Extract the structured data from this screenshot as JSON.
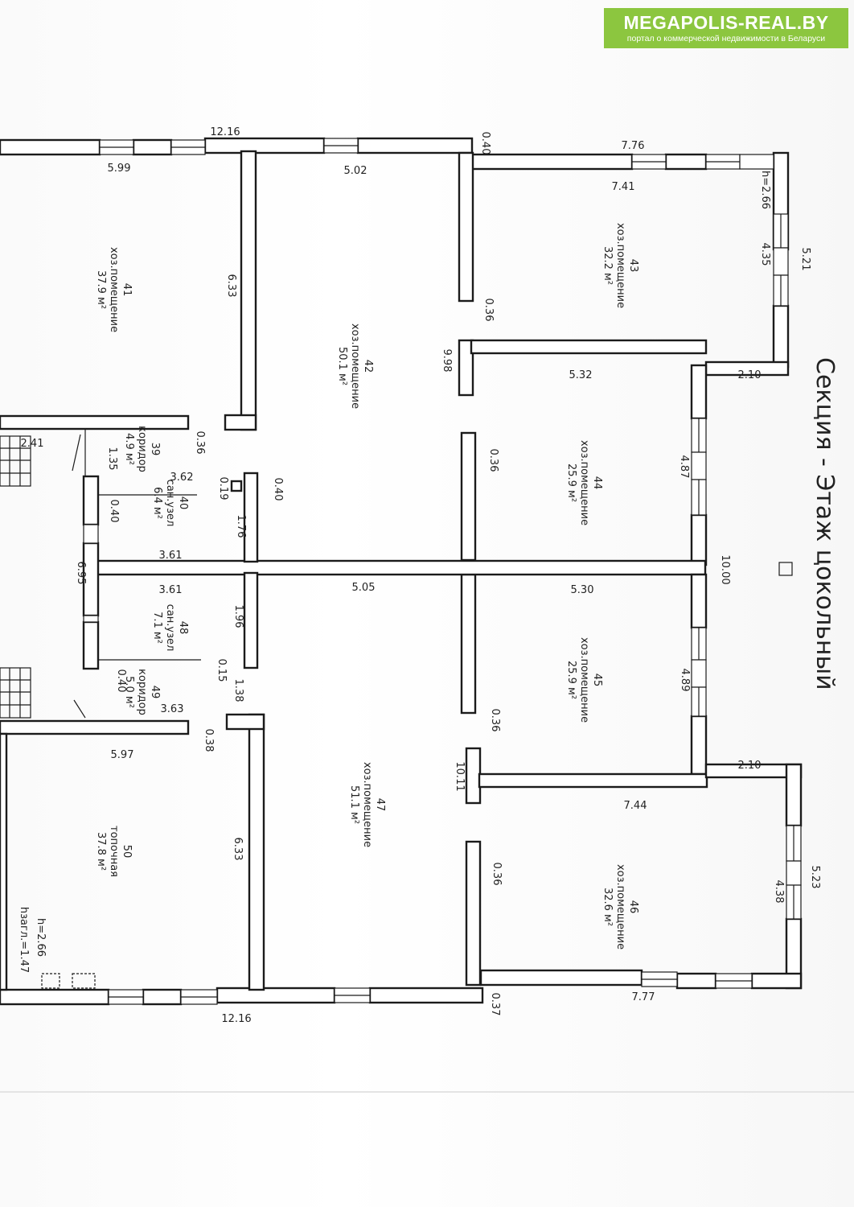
{
  "banner": {
    "title": "MEGAPOLIS-REAL.BY",
    "subtitle": "портал о коммерческой недвижимости в Беларуси"
  },
  "plan": {
    "section_title": "Секция -  Этаж цокольный",
    "rooms": [
      {
        "number": "41",
        "name": "хоз.помещение",
        "area": "37.9 м²"
      },
      {
        "number": "42",
        "name": "хоз.помещение",
        "area": "50.1 м²"
      },
      {
        "number": "43",
        "name": "хоз.помещение",
        "area": "32.2 м²"
      },
      {
        "number": "44",
        "name": "хоз.помещение",
        "area": "25.9 м²"
      },
      {
        "number": "45",
        "name": "хоз.помещение",
        "area": "25.9 м²"
      },
      {
        "number": "46",
        "name": "хоз.помещение",
        "area": "32.6 м²"
      },
      {
        "number": "47",
        "name": "хоз.помещение",
        "area": "51.1 м²"
      },
      {
        "number": "50",
        "name": "топочная",
        "area": "37.8 м²"
      },
      {
        "number": "39",
        "name": "коридор",
        "area": "4.9 м²"
      },
      {
        "number": "40",
        "name": "сан.узел",
        "area": "6.4 м²"
      },
      {
        "number": "48",
        "name": "сан.узел",
        "area": "7.1 м²"
      },
      {
        "number": "49",
        "name": "коридор",
        "area": "5.0 м²"
      }
    ],
    "dimensions": [
      "12.16",
      "0.40",
      "7.76",
      "5.99",
      "5.02",
      "7.41",
      "h=2.66",
      "4.35",
      "5.21",
      "6.33",
      "0.36",
      "9.98",
      "2.10",
      "5.32",
      "0.36",
      "2.41",
      "1.35",
      "0.36",
      "4.87",
      "3.62",
      "0.19",
      "0.40",
      "0.40",
      "1.76",
      "6.95",
      "3.61",
      "10.00",
      "3.61",
      "5.05",
      "5.30",
      "1.96",
      "0.15",
      "1.38",
      "0.40",
      "3.63",
      "0.38",
      "4.89",
      "0.36",
      "5.97",
      "10.11",
      "2.10",
      "7.44",
      "6.33",
      "0.36",
      "4.38",
      "5.23",
      "h=2.66",
      "hзагл.=1.47",
      "12.16",
      "0.37",
      "7.77"
    ]
  }
}
